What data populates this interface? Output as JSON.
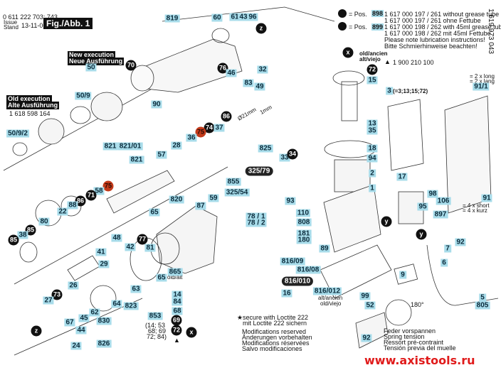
{
  "header": {
    "part_number": "0 611 222 703; 743",
    "issue_label": "Issue",
    "stand_label": "Stand",
    "date": "13-11-06",
    "figure": "Fig./Abb. 1",
    "doc_number": "1 619 973 043"
  },
  "grease_notes": {
    "pos_label": "= Pos.",
    "rows": [
      {
        "pos": "898",
        "line1": "1 617 000 197 / 261  without grease tube",
        "line2": "1 617 000 197 / 261  ohne Fettube"
      },
      {
        "pos": "899",
        "line1": "1 617 000 198 / 262  with 45ml grease tube",
        "line2": "1 617 000 198 / 262  mit 45ml Fettube"
      }
    ],
    "note_en": "Please note lubrication instructions!",
    "note_de": "Bitte Schmierhinweise beachten!"
  },
  "execution": {
    "new_en": "New execution",
    "new_de": "Neue Ausführung",
    "old_en": "Old execution",
    "old_de": "Alte Ausführung",
    "old_number": "1 618 598 164"
  },
  "annotations": {
    "diameter": "Ø21mm",
    "thickness": "1mm",
    "old_new_top": "old/ancien",
    "old_new_top2": "alt/viejo",
    "triangle_number": "1 900 210 100",
    "armature_set": "(=3;13;15;72)",
    "set_853": [
      "(14; 53",
      "68; 69",
      "72; 84)"
    ],
    "old_alt": "old/alt",
    "alt_ancien": "alt/ancien",
    "old_viejo": "old/viejo",
    "long_en": "= 2 x long",
    "long_de": "= 2 x lang",
    "short_en": "= 4 x short",
    "short_de": "= 4 x kurz",
    "angle": "180°"
  },
  "footnotes": {
    "loctite_en": "secure with Loctite 222",
    "loctite_de": "mit Loctite 222 sichern",
    "mod": [
      "Modifications reserved",
      "Änderungen vorbehalten",
      "Modifications réservées",
      "Salvo modificaciones"
    ],
    "spring": [
      "Feder vorspannen",
      "Spring tension",
      "Ressort pré-contraint",
      "Tensión previa del muelle"
    ]
  },
  "watermark": "www.axistools.ru",
  "colors": {
    "callout_box": "#a8dcea",
    "red_marker": "#c23a1a",
    "watermark": "#e01b1b"
  },
  "callouts": [
    {
      "text": "819",
      "style": "box"
    },
    {
      "text": "60",
      "style": "box"
    },
    {
      "text": "61",
      "style": "box"
    },
    {
      "text": "43",
      "style": "box"
    },
    {
      "text": "96",
      "style": "box"
    },
    {
      "text": "z",
      "style": "black"
    },
    {
      "text": "70",
      "style": "black"
    },
    {
      "text": "76",
      "style": "black"
    },
    {
      "text": "46",
      "style": "box"
    },
    {
      "text": "32",
      "style": "box"
    },
    {
      "text": "83",
      "style": "box"
    },
    {
      "text": "49",
      "style": "box"
    },
    {
      "text": "90",
      "style": "box"
    },
    {
      "text": "86",
      "style": "black"
    },
    {
      "text": "74",
      "style": "black"
    },
    {
      "text": "37",
      "style": "box"
    },
    {
      "text": "75",
      "style": "red"
    },
    {
      "text": "50",
      "style": "box"
    },
    {
      "text": "50/9",
      "style": "box"
    },
    {
      "text": "50/9/2",
      "style": "box"
    },
    {
      "text": "821",
      "style": "box"
    },
    {
      "text": "821/01",
      "style": "box"
    },
    {
      "text": "821",
      "style": "box"
    },
    {
      "text": "57",
      "style": "box"
    },
    {
      "text": "28",
      "style": "box"
    },
    {
      "text": "36",
      "style": "box"
    },
    {
      "text": "75",
      "style": "red"
    },
    {
      "text": "58",
      "style": "box"
    },
    {
      "text": "71",
      "style": "black"
    },
    {
      "text": "86",
      "style": "black"
    },
    {
      "text": "88",
      "style": "box"
    },
    {
      "text": "22",
      "style": "box"
    },
    {
      "text": "80",
      "style": "box"
    },
    {
      "text": "85",
      "style": "black"
    },
    {
      "text": "38",
      "style": "box"
    },
    {
      "text": "85",
      "style": "black"
    },
    {
      "text": "48",
      "style": "box"
    },
    {
      "text": "41",
      "style": "box"
    },
    {
      "text": "29",
      "style": "box"
    },
    {
      "text": "26",
      "style": "box"
    },
    {
      "text": "73",
      "style": "black"
    },
    {
      "text": "27",
      "style": "box"
    },
    {
      "text": "64",
      "style": "box"
    },
    {
      "text": "62",
      "style": "box"
    },
    {
      "text": "830",
      "style": "box"
    },
    {
      "text": "45",
      "style": "box"
    },
    {
      "text": "67",
      "style": "box"
    },
    {
      "text": "44",
      "style": "box"
    },
    {
      "text": "z",
      "style": "black"
    },
    {
      "text": "24",
      "style": "box"
    },
    {
      "text": "826",
      "style": "box"
    },
    {
      "text": "825",
      "style": "box"
    },
    {
      "text": "33",
      "style": "box"
    },
    {
      "text": "34",
      "style": "black"
    },
    {
      "text": "325/79",
      "style": "pill"
    },
    {
      "text": "855",
      "style": "box"
    },
    {
      "text": "325/54",
      "style": "box"
    },
    {
      "text": "93",
      "style": "box"
    },
    {
      "text": "78 / 1",
      "style": "box"
    },
    {
      "text": "78 / 2",
      "style": "box"
    },
    {
      "text": "820",
      "style": "box"
    },
    {
      "text": "87",
      "style": "box"
    },
    {
      "text": "59",
      "style": "box"
    },
    {
      "text": "65",
      "style": "box"
    },
    {
      "text": "77",
      "style": "black"
    },
    {
      "text": "42",
      "style": "box"
    },
    {
      "text": "81",
      "style": "box"
    },
    {
      "text": "865",
      "style": "box"
    },
    {
      "text": "65",
      "style": "box"
    },
    {
      "text": "63",
      "style": "box"
    },
    {
      "text": "823",
      "style": "box"
    },
    {
      "text": "14",
      "style": "box"
    },
    {
      "text": "84",
      "style": "box"
    },
    {
      "text": "68",
      "style": "box"
    },
    {
      "text": "69",
      "style": "black"
    },
    {
      "text": "72",
      "style": "black"
    },
    {
      "text": "x",
      "style": "black"
    },
    {
      "text": "853",
      "style": "box"
    },
    {
      "text": "x",
      "style": "black"
    },
    {
      "text": "72",
      "style": "black"
    },
    {
      "text": "15",
      "style": "box"
    },
    {
      "text": "3",
      "style": "box"
    },
    {
      "text": "13",
      "style": "box"
    },
    {
      "text": "35",
      "style": "box"
    },
    {
      "text": "18",
      "style": "box"
    },
    {
      "text": "94",
      "style": "box"
    },
    {
      "text": "2",
      "style": "box"
    },
    {
      "text": "1",
      "style": "box"
    },
    {
      "text": "17",
      "style": "box"
    },
    {
      "text": "110",
      "style": "box"
    },
    {
      "text": "808",
      "style": "box"
    },
    {
      "text": "181",
      "style": "box"
    },
    {
      "text": "180",
      "style": "box"
    },
    {
      "text": "y",
      "style": "black"
    },
    {
      "text": "89",
      "style": "box"
    },
    {
      "text": "816/09",
      "style": "box"
    },
    {
      "text": "816/08",
      "style": "box"
    },
    {
      "text": "816/010",
      "style": "pill"
    },
    {
      "text": "16",
      "style": "box"
    },
    {
      "text": "816/012",
      "style": "box"
    },
    {
      "text": "99",
      "style": "box"
    },
    {
      "text": "9",
      "style": "box"
    },
    {
      "text": "6",
      "style": "box"
    },
    {
      "text": "7",
      "style": "box"
    },
    {
      "text": "92",
      "style": "box"
    },
    {
      "text": "y",
      "style": "black"
    },
    {
      "text": "98",
      "style": "box"
    },
    {
      "text": "106",
      "style": "box"
    },
    {
      "text": "95",
      "style": "box"
    },
    {
      "text": "897",
      "style": "box"
    },
    {
      "text": "91",
      "style": "box"
    },
    {
      "text": "91/1",
      "style": "box"
    },
    {
      "text": "5",
      "style": "box"
    },
    {
      "text": "805",
      "style": "box"
    },
    {
      "text": "52",
      "style": "box"
    },
    {
      "text": "92",
      "style": "box"
    }
  ]
}
